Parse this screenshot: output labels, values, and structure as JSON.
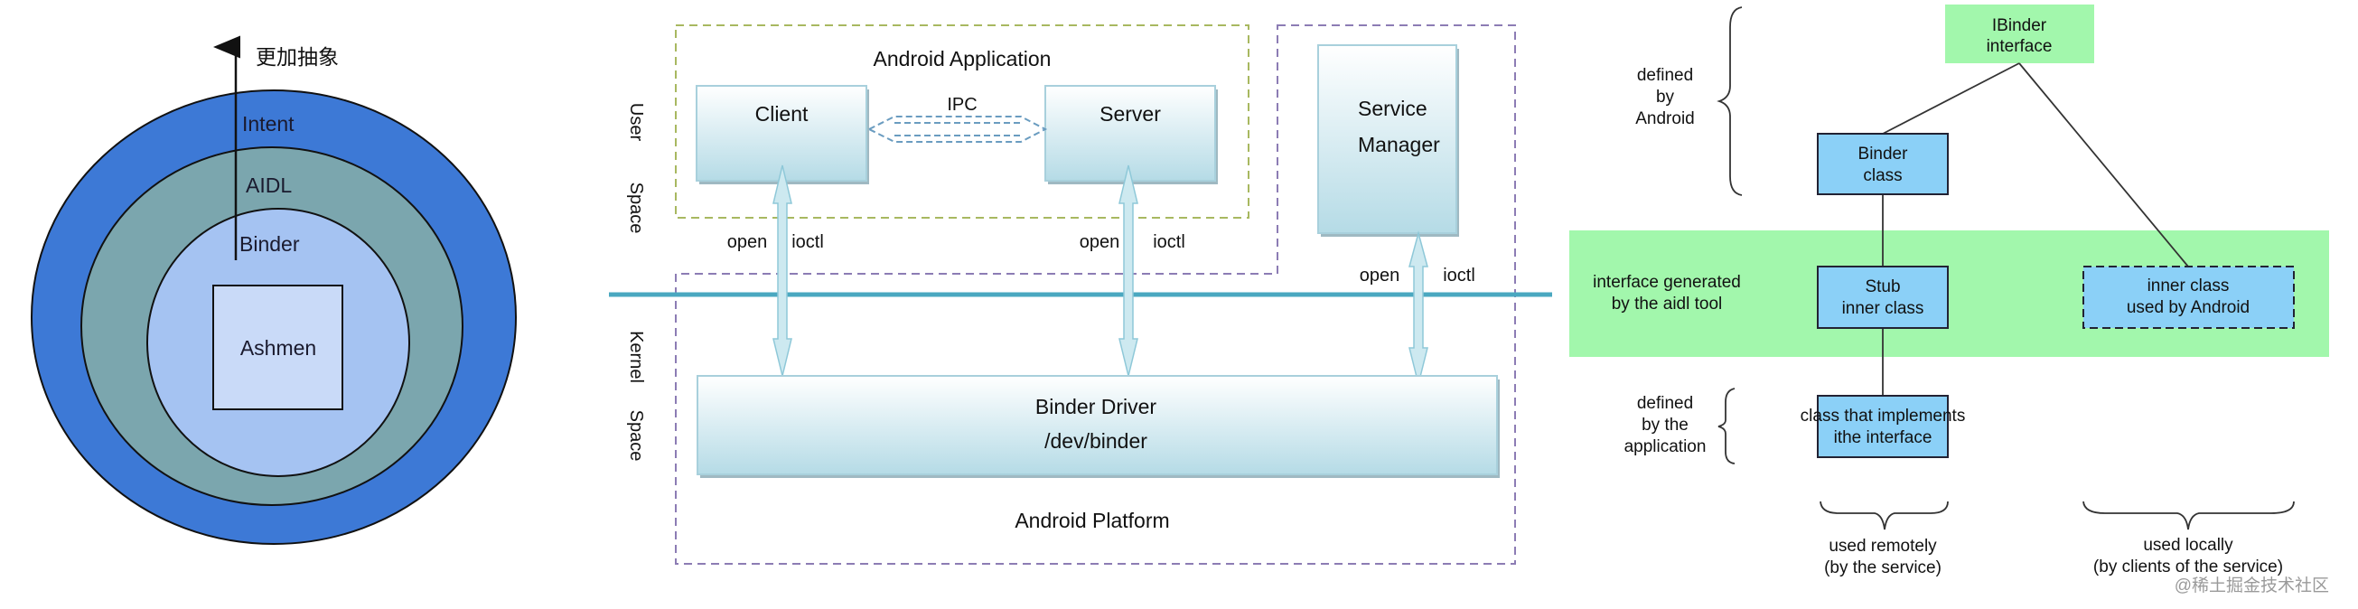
{
  "colors": {
    "outer_ring": "#3d79d6",
    "middle_ring": "#7ba6ae",
    "inner_ring": "#a5c3f2",
    "core_box": "#c9daf8",
    "kernel_line": "#4aa8c0",
    "platform_box_top": "#ffffff",
    "platform_box_bottom": "#b5dbe6",
    "green_highlight": "#a2f7ac",
    "class_box": "#8bd0f7",
    "app_boundary": "#a8b860",
    "platform_boundary": "#8c7cb4"
  },
  "layers": {
    "arrow_label": "更加抽象",
    "intent": "Intent",
    "aidl": "AIDL",
    "binder": "Binder",
    "ashmen": "Ashmen"
  },
  "architecture": {
    "app_title": "Android Application",
    "client": "Client",
    "server": "Server",
    "ipc": "IPC",
    "service_manager_line1": "Service",
    "service_manager_line2": "Manager",
    "user_label": "User",
    "user_space_label": "Space",
    "kernel_label": "Kernel",
    "kernel_space_label": "Space",
    "open": "open",
    "ioctl": "ioctl",
    "driver_line1": "Binder Driver",
    "driver_line2": "/dev/binder",
    "platform": "Android Platform"
  },
  "hierarchy": {
    "ibinder_line1": "IBinder",
    "ibinder_line2": "interface",
    "binder_line1": "Binder",
    "binder_line2": "class",
    "stub_line1": "Stub",
    "stub_line2": "inner class",
    "inner_line1": "inner class",
    "inner_line2": "used by Android",
    "impl_line1": "class that implements",
    "impl_line2": "ithe interface",
    "defined_android": [
      "defined",
      "by",
      "Android"
    ],
    "generated": [
      "interface generated",
      "by the aidl tool"
    ],
    "defined_app": [
      "defined",
      "by the",
      "application"
    ],
    "remote": [
      "used remotely",
      "(by the service)"
    ],
    "local": [
      "used locally",
      "(by clients of the service)"
    ]
  },
  "watermark": "@稀土掘金技术社区"
}
